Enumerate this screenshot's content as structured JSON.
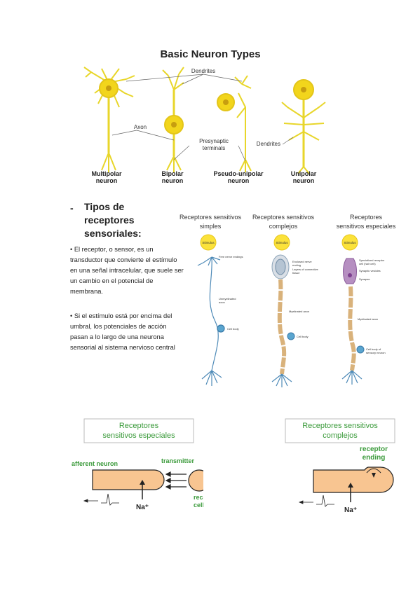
{
  "figure1": {
    "title": "Basic Neuron Types",
    "label_dendrites_top": "Dendrites",
    "label_axon": "Axon",
    "label_presynaptic": [
      "Presynaptic",
      "terminals"
    ],
    "label_dendrites_right": "Dendrites",
    "neurons": [
      {
        "line1": "Multipolar",
        "line2": "neuron"
      },
      {
        "line1": "Bipolar",
        "line2": "neuron"
      },
      {
        "line1": "Pseudo-unipolar",
        "line2": "neuron"
      },
      {
        "line1": "Unipolar",
        "line2": "neuron"
      }
    ]
  },
  "left_text": {
    "dash": "-",
    "heading": "Tipos de receptores sensoriales:",
    "para1": "• El receptor, o sensor, es un transductor que convierte el estímulo en una señal intracelular, que suele ser un cambio en el potencial de membrana.",
    "para2": "• Si el estímulo está por encima del umbral, los potenciales de acción pasan a lo largo de una neurona sensorial al sistema nervioso central"
  },
  "figure2": {
    "columns": [
      {
        "title1": "Receptores sensitivos",
        "title2": "simples"
      },
      {
        "title1": "Receptores sensitivos",
        "title2": "complejos"
      },
      {
        "title1": "Receptores",
        "title2": "sensitivos especiales"
      }
    ],
    "stimulus": "Stimulus",
    "simple_labels": {
      "endings": "Free nerve endings",
      "axon1": "Unmyelinated",
      "axon2": "axon",
      "body": "Cell body"
    },
    "complex_labels": {
      "ending1": "Enclosed nerve",
      "ending2": "ending",
      "layers1": "Layers of connective",
      "layers2": "tissue",
      "axon": "Myelinated axon",
      "body": "Cell body"
    },
    "special_labels": {
      "cell1": "Specialized receptor",
      "cell2": "cell (hair cell)",
      "vesicles": "Synaptic vesicles",
      "synapse": "Synapse",
      "axon": "Myelinated axon",
      "body1": "Cell body of",
      "body2": "sensory neuron"
    }
  },
  "figure3": {
    "title1": "Receptores",
    "title2": "sensitivos especiales",
    "afferent": "afferent neuron",
    "transmitter": "transmitter",
    "receptor1": "receptor",
    "receptor2": "cell",
    "na": "Na⁺"
  },
  "figure4": {
    "title1": "Receptores sensitivos",
    "title2": "complejos",
    "ending1": "receptor",
    "ending2": "ending",
    "na": "Na⁺"
  },
  "colors": {
    "neuron_yellow": "#f7e84a",
    "soma_yellow": "#f2d51c",
    "receptor_orange": "#f8c591",
    "label_green": "#3a9a3a",
    "nerve_blue": "#4f8bb8"
  }
}
